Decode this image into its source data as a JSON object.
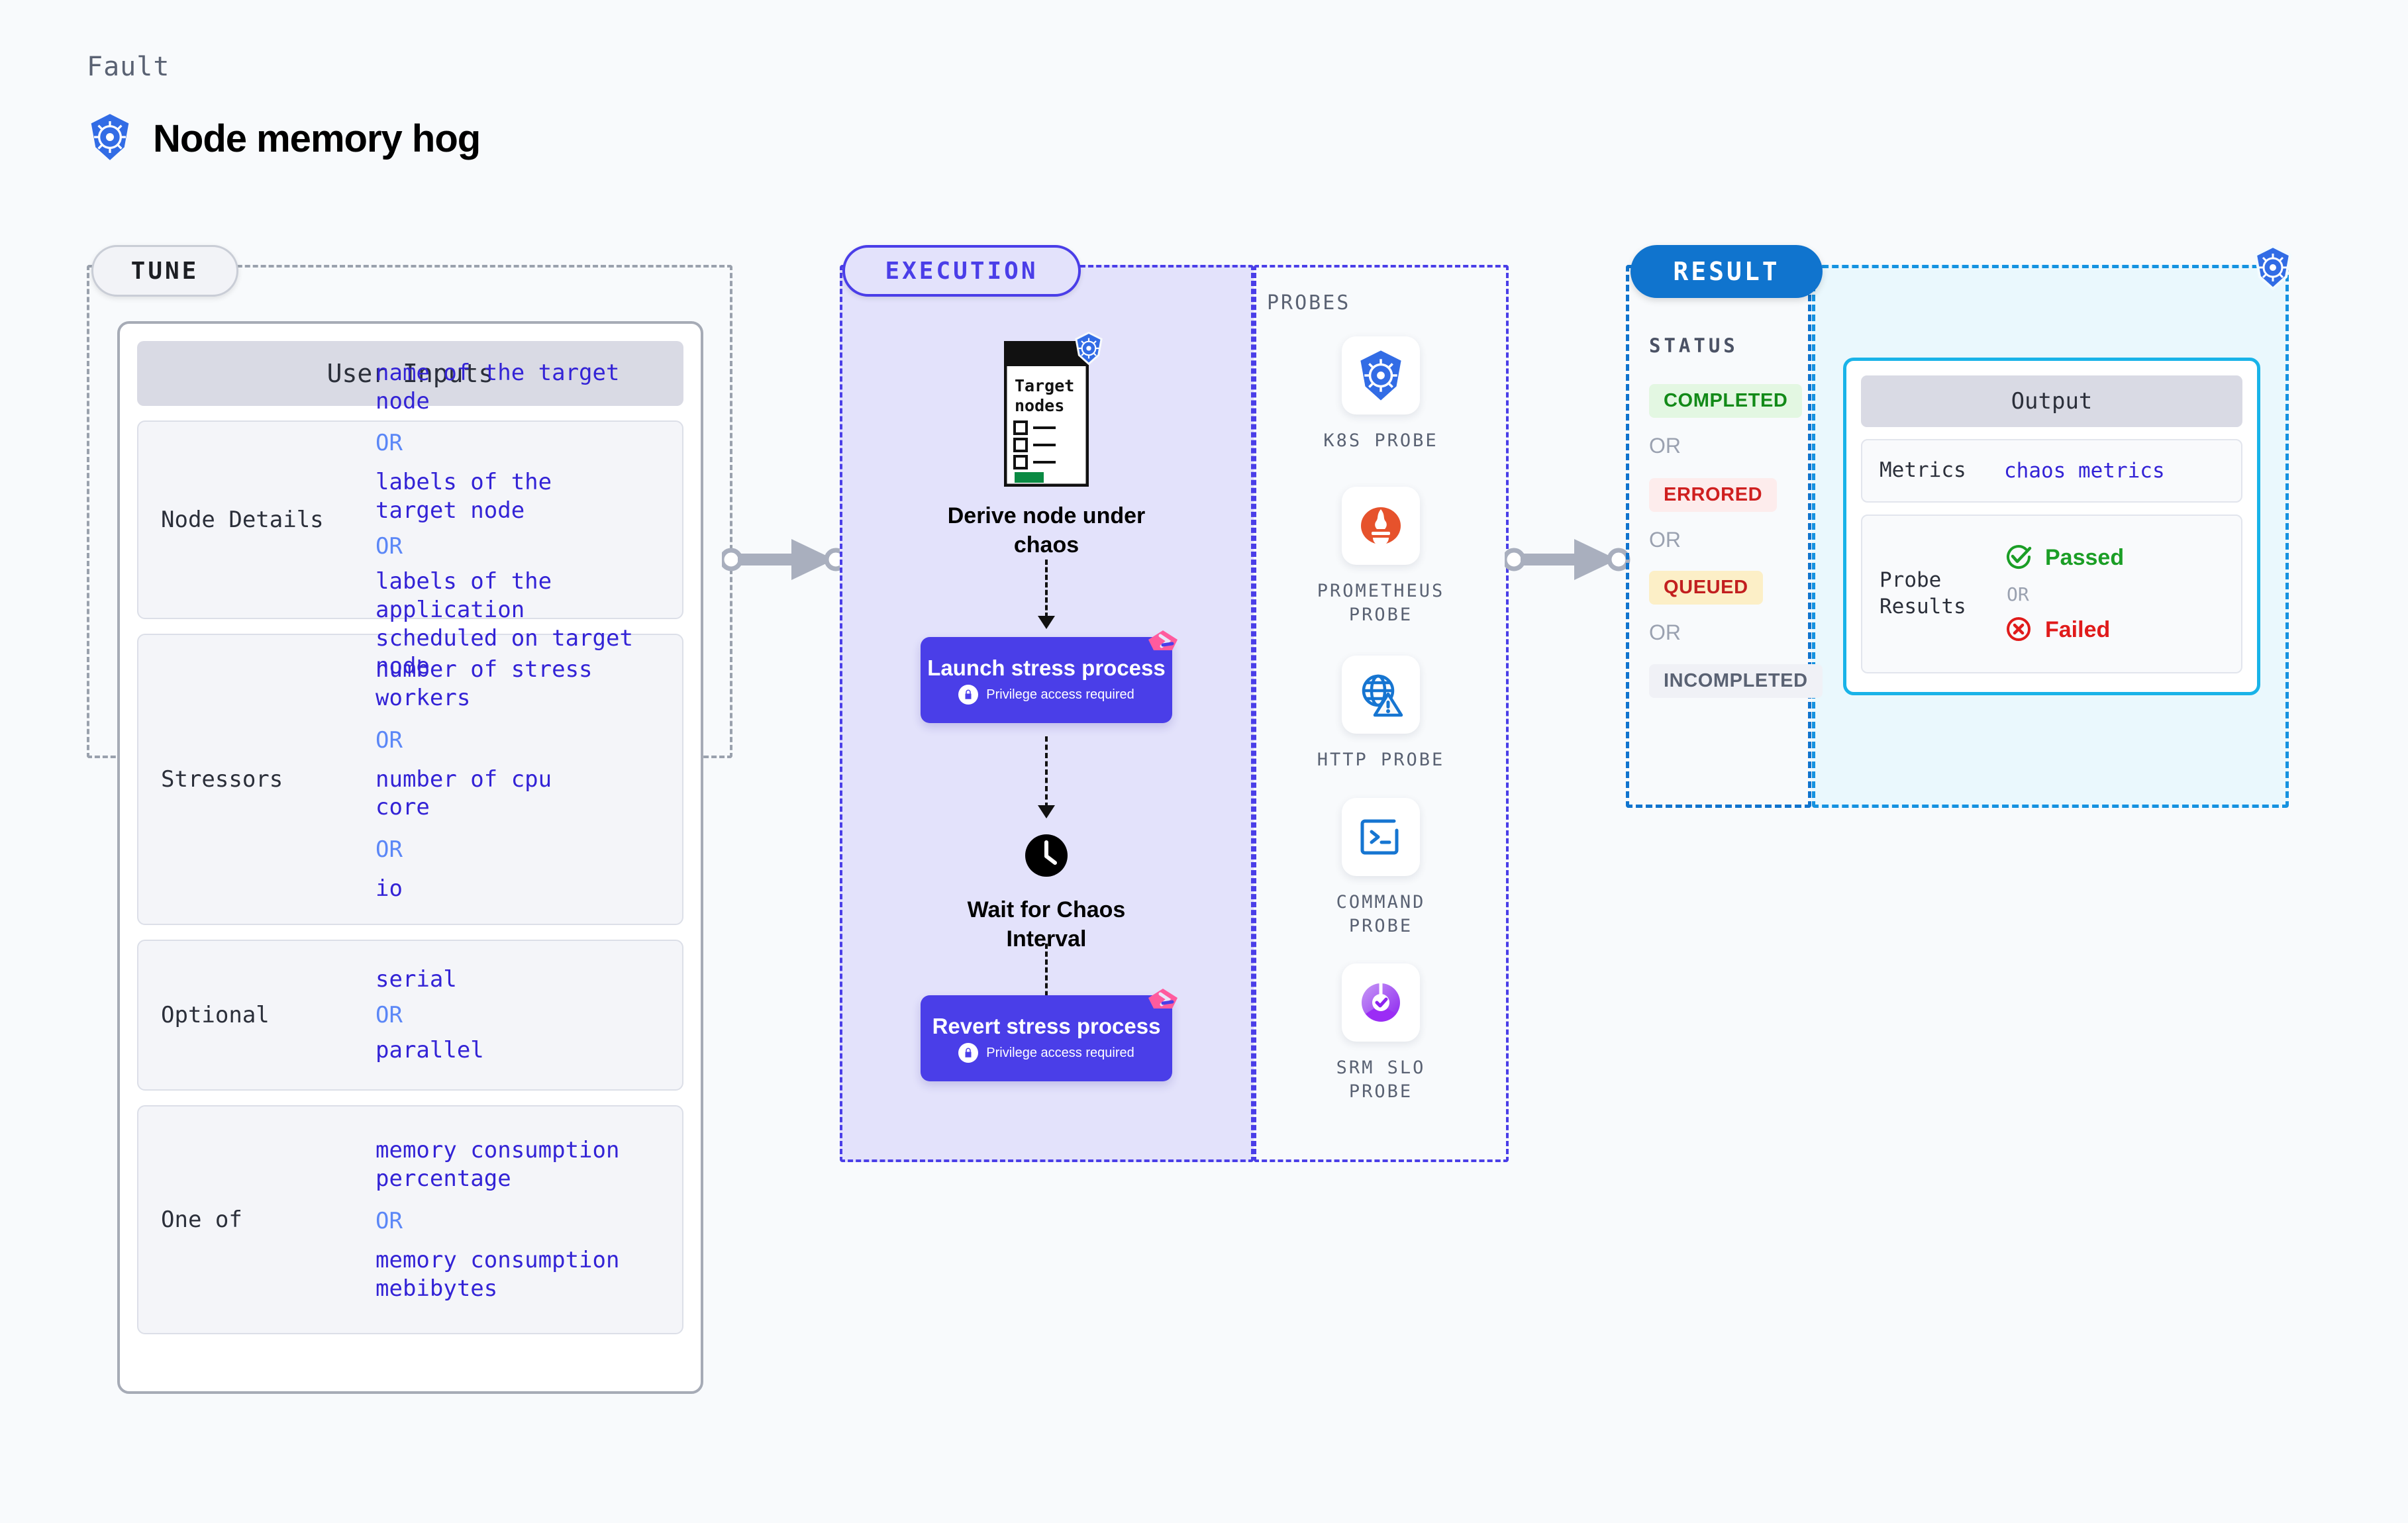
{
  "header": {
    "fault_label": "Fault",
    "fault_title": "Node memory hog",
    "icon": "kubernetes-icon"
  },
  "tune": {
    "tag": "TUNE",
    "card_title": "User Inputs",
    "sections": [
      {
        "label": "Node Details",
        "values": [
          "name of the target\nnode",
          "labels of the\ntarget node",
          "labels of the application\n scheduled on target node"
        ],
        "or_label": "OR"
      },
      {
        "label": "Stressors",
        "values": [
          "number of stress\nworkers",
          "number of cpu\ncore",
          "io"
        ],
        "or_label": "OR"
      },
      {
        "label": "Optional",
        "values": [
          "serial",
          "parallel"
        ],
        "or_label": "OR"
      },
      {
        "label": "One of",
        "values": [
          "memory consumption\npercentage",
          "memory consumption\nmebibytes"
        ],
        "or_label": "OR"
      }
    ]
  },
  "execution": {
    "tag": "EXECUTION",
    "steps": [
      {
        "type": "document",
        "doc_title": "Target\nnodes",
        "caption": "Derive node under\nchaos",
        "badge_icon": "kubernetes-icon"
      },
      {
        "type": "process",
        "title": "Launch stress\nprocess",
        "subtitle": "Privilege access required",
        "lock_icon": "lock-icon",
        "ribbon_icon": "ribbon-icon"
      },
      {
        "type": "clock",
        "caption": "Wait for Chaos\nInterval",
        "icon": "clock-icon"
      },
      {
        "type": "process",
        "title": "Revert stress\nprocess",
        "subtitle": "Privilege access required",
        "lock_icon": "lock-icon",
        "ribbon_icon": "ribbon-icon"
      }
    ]
  },
  "probes": {
    "label": "PROBES",
    "items": [
      {
        "name": "K8S PROBE",
        "icon": "kubernetes-icon"
      },
      {
        "name": "PROMETHEUS\nPROBE",
        "icon": "prometheus-icon"
      },
      {
        "name": "HTTP PROBE",
        "icon": "globe-warning-icon"
      },
      {
        "name": "COMMAND\nPROBE",
        "icon": "terminal-icon"
      },
      {
        "name": "SRM SLO\nPROBE",
        "icon": "slo-donut-check-icon"
      }
    ]
  },
  "result": {
    "tag": "RESULT",
    "status_label": "STATUS",
    "or_label": "OR",
    "statuses": [
      {
        "text": "COMPLETED",
        "bg": "#e3f7e2",
        "fg": "#128a18"
      },
      {
        "text": "ERRORED",
        "bg": "#fdecec",
        "fg": "#cf1f1f"
      },
      {
        "text": "QUEUED",
        "bg": "#fcefc7",
        "fg": "#c21f1f"
      },
      {
        "text": "INCOMPLETED",
        "bg": "#f0f1f6",
        "fg": "#5a6273"
      }
    ],
    "badge_icon": "kubernetes-icon"
  },
  "output": {
    "title": "Output",
    "metrics_key": "Metrics",
    "metrics_value": "chaos metrics",
    "probe_results_key": "Probe\nResults",
    "passed_text": "Passed",
    "failed_text": "Failed",
    "or_label": "OR",
    "passed_icon": "check-circle-icon",
    "failed_icon": "x-circle-icon",
    "passed_color": "#1b9e26",
    "failed_color": "#e01b1b"
  },
  "colors": {
    "accent_purple": "#4a3ee8",
    "accent_blue": "#1074ce",
    "k8s_blue": "#326ce5",
    "pink": "#ff5b9e"
  }
}
